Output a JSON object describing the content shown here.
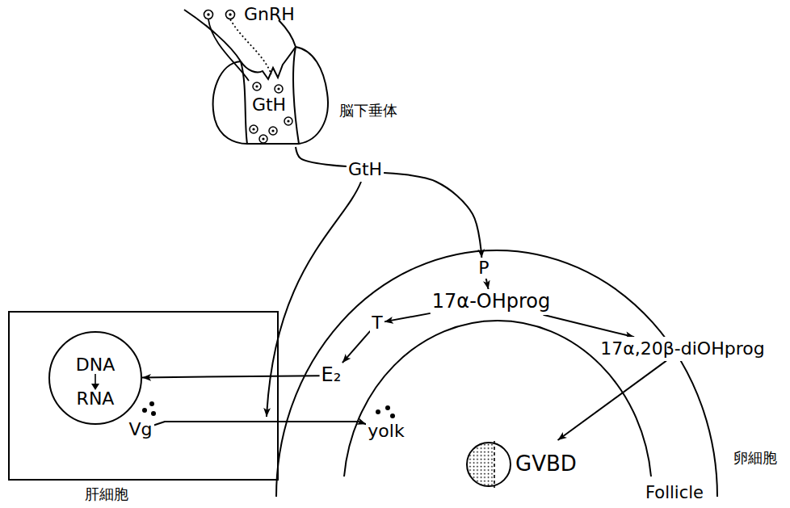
{
  "diagram": {
    "nodes": [
      {
        "text": [
          "GtH",
          "脳下垂体"
        ]
      },
      {
        "text": [
          "GtH"
        ]
      },
      {
        "text": [
          "卵細胞"
        ]
      },
      {
        "text": [
          "Follicle"
        ],
        "in": 2
      },
      {
        "text": [
          "P"
        ],
        "in": 2
      },
      {
        "text": [
          "17α-OHprog"
        ],
        "in": 2
      },
      {
        "text": [
          "T"
        ],
        "in": 2
      },
      {
        "text": [
          "E₂"
        ],
        "in": 2
      },
      {
        "text": [
          "17α,20β-diOHprog"
        ],
        "in": 2
      },
      {
        "text": [
          "yolk"
        ],
        "in": 3
      },
      {
        "text": [
          "GVBD"
        ],
        "in": 3
      },
      {
        "text": [
          "肝細胞"
        ]
      },
      {
        "text": [
          "DNA",
          "RNA"
        ],
        "in": 11
      },
      {
        "text": [
          "Vg"
        ],
        "in": 11
      }
    ],
    "edges": [
      {
        "from": 0,
        "to": 1,
        "arrow": "none"
      },
      {
        "from": 1,
        "to": 4,
        "arrow": "to"
      },
      {
        "from": 4,
        "to": 5,
        "arrow": "to"
      },
      {
        "from": 5,
        "to": 6,
        "arrow": "to"
      },
      {
        "from": 6,
        "to": 7,
        "arrow": "to"
      },
      {
        "from": 5,
        "to": 8,
        "arrow": "to"
      },
      {
        "from": 7,
        "to": 12,
        "arrow": "to"
      },
      {
        "from": 8,
        "to": 10,
        "arrow": "to"
      },
      {
        "from": 13,
        "to": 9,
        "arrow": "to"
      }
    ],
    "labels": [
      "GnRH"
    ]
  }
}
